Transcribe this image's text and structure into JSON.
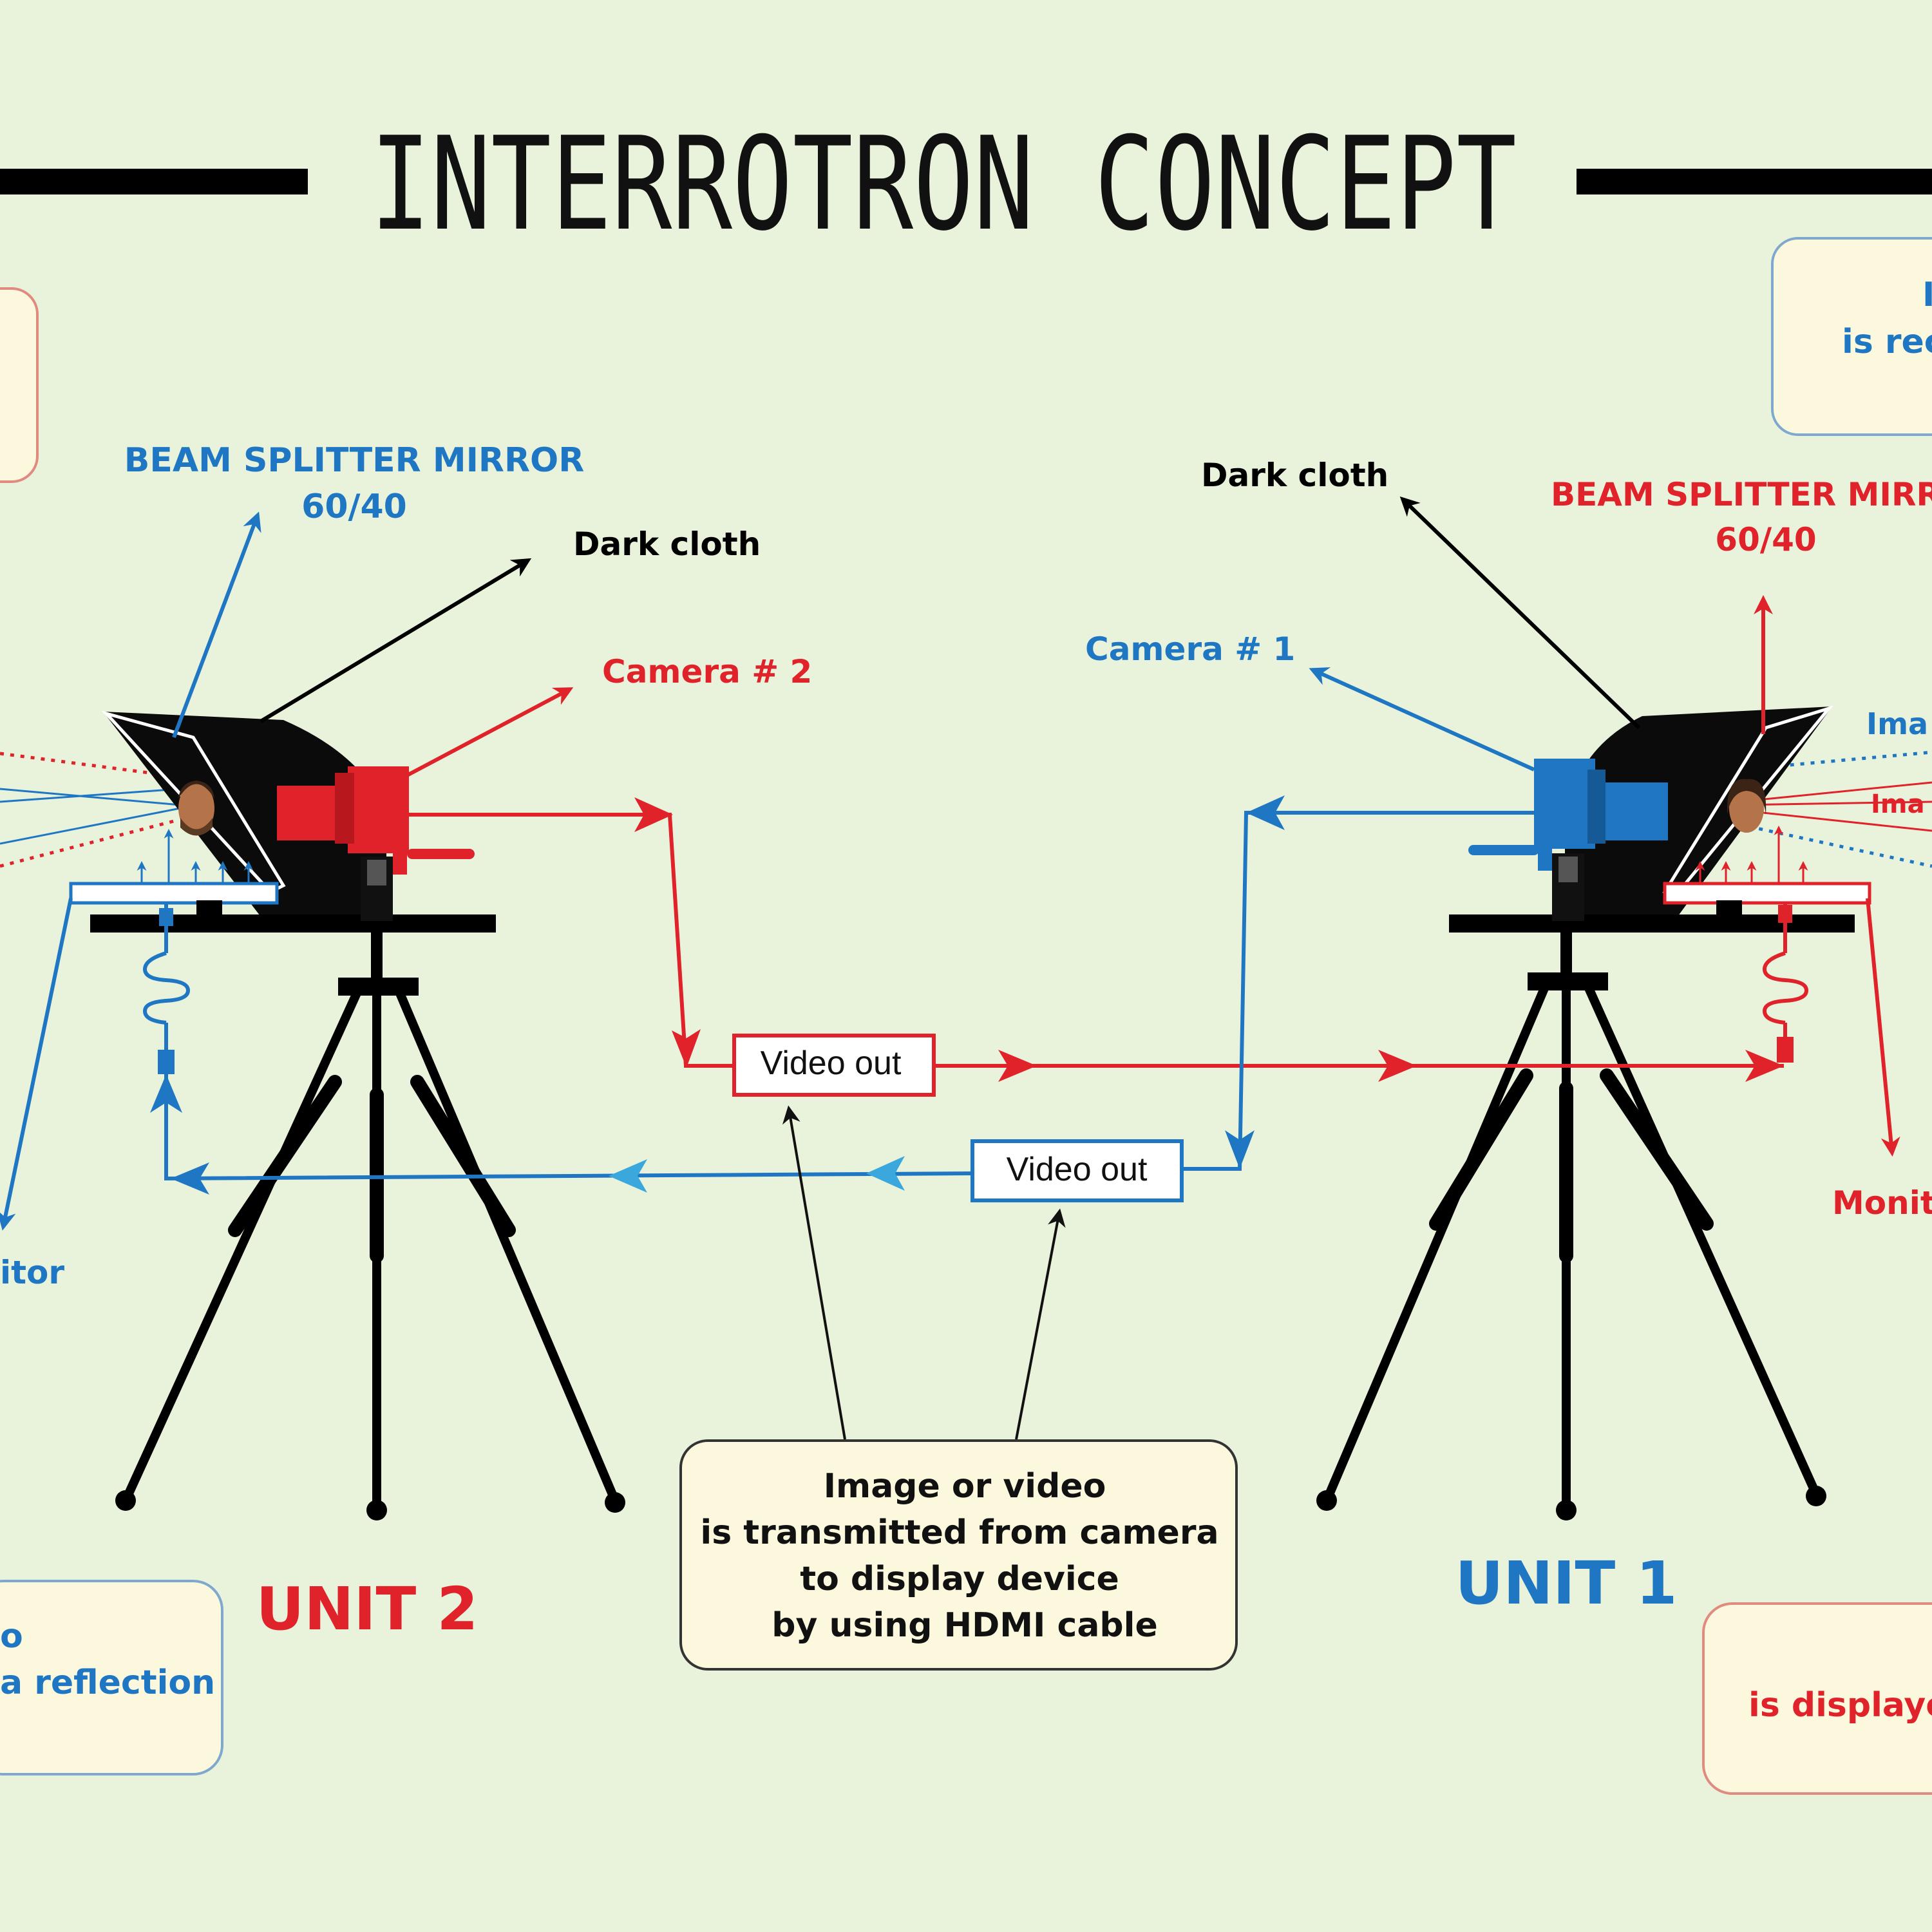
{
  "title": "INTERROTRON CONCEPT",
  "unit2": {
    "name": "UNIT 2",
    "beam_splitter": "BEAM SPLITTER MIRROR",
    "beam_ratio": "60/40",
    "dark_cloth": "Dark cloth",
    "camera": "Camera # 2",
    "monitor": "itor",
    "note_line1": "o",
    "note_line2": "a reflection"
  },
  "unit1": {
    "name": "UNIT 1",
    "beam_splitter": "BEAM SPLITTER MIRR",
    "beam_ratio": "60/40",
    "dark_cloth": "Dark cloth",
    "camera": "Camera # 1",
    "image_label_1": "Ima",
    "image_label_2": "Ima",
    "monitor": "Monito",
    "top_note_line1": "I",
    "top_note_line2": "is rec",
    "bottom_note": "is displaye"
  },
  "video_out_red": "Video out",
  "video_out_blue": "Video out",
  "transmission_note": {
    "line1": "Image or video",
    "line2": "is transmitted from camera",
    "line3": "to display device",
    "line4": "by using HDMI cable"
  },
  "colors": {
    "background": "#e9f3dc",
    "red": "#e0222a",
    "blue": "#1f77c4",
    "light_blue": "#3aa7dd",
    "black": "#000000",
    "note_fill": "#fbf8dd"
  }
}
